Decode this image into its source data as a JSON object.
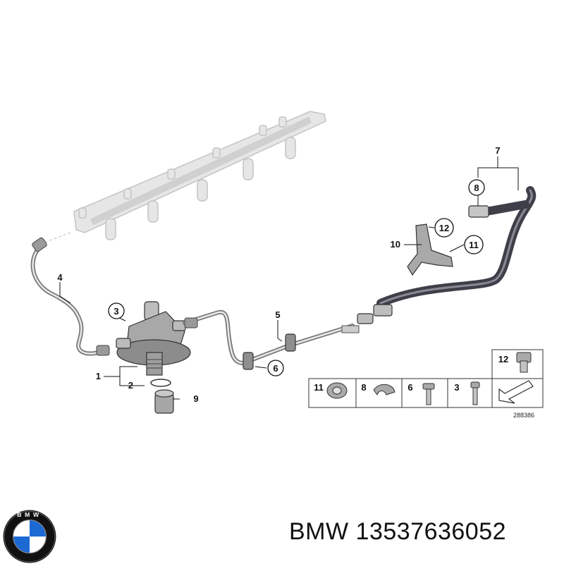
{
  "callouts": {
    "c1": "1",
    "c2": "2",
    "c3": "3",
    "c4": "4",
    "c5": "5",
    "c6": "6",
    "c7": "7",
    "c8": "8",
    "c9": "9",
    "c10": "10",
    "c11": "11",
    "c12": "12"
  },
  "legend": {
    "top_item": "12",
    "items": [
      "11",
      "8",
      "6",
      "3"
    ]
  },
  "diagram_id": "288386",
  "footer": {
    "brand": "BMW",
    "part_number": "13537636052",
    "text": "BMW 13537636052"
  },
  "logo": {
    "text": "BMW",
    "colors": {
      "ring": "#111111",
      "blue": "#1c69d4",
      "white": "#ffffff"
    }
  },
  "colors": {
    "line": "#222222",
    "rail_gray": "#cfcfcf",
    "part_gray": "#9a9a9a",
    "hose_dark": "#4a4a55"
  }
}
